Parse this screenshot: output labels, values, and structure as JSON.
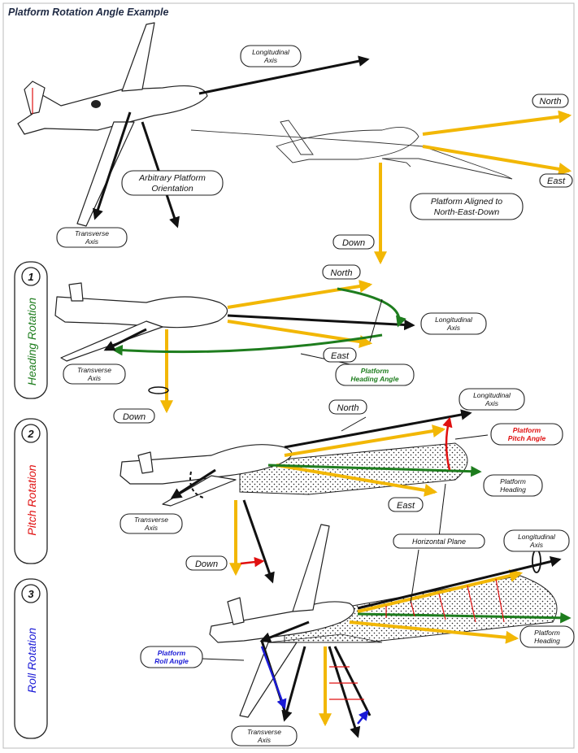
{
  "title": "Platform Rotation Angle Example",
  "labels": {
    "top_longitudinal": [
      "Longitudinal",
      "Axis"
    ],
    "top_transverse": [
      "Transverse",
      "Axis"
    ],
    "arbitrary": [
      "Arbitrary Platform",
      "Orientation"
    ],
    "north_top": "North",
    "east_top": "East",
    "ned": [
      "Platform Aligned to",
      "North-East-Down"
    ],
    "down_top": "Down",
    "north_1": "North",
    "long_1": [
      "Longitudinal",
      "Axis"
    ],
    "east_1": "East",
    "trans_1": [
      "Transverse",
      "Axis"
    ],
    "heading_angle": [
      "Platform",
      "Heading Angle"
    ],
    "down_1": "Down",
    "north_2": "North",
    "long_2": [
      "Longitudinal",
      "Axis"
    ],
    "pitch_angle": [
      "Platform",
      "Pitch Angle"
    ],
    "heading_2": [
      "Platform",
      "Heading"
    ],
    "trans_2": [
      "Transverse",
      "Axis"
    ],
    "east_2": "East",
    "down_2": "Down",
    "horizontal_plane": "Horizontal Plane",
    "long_3": [
      "Longitudinal",
      "Axis"
    ],
    "heading_3": [
      "Platform",
      "Heading"
    ],
    "roll_angle": [
      "Platform",
      "Roll Angle"
    ],
    "trans_3": [
      "Transverse",
      "Axis"
    ]
  },
  "steps": [
    {
      "number": "1",
      "name": "Heading Rotation",
      "color": "#1e7d1e"
    },
    {
      "number": "2",
      "name": "Pitch Rotation",
      "color": "#e01010"
    },
    {
      "number": "3",
      "name": "Roll Rotation",
      "color": "#1a1ad6"
    }
  ],
  "colors": {
    "axis_yellow": "#f2b705",
    "heading_green": "#1e7d1e",
    "pitch_red": "#e01010",
    "roll_blue": "#1a1ad6",
    "platform_axis_black": "#111111"
  }
}
